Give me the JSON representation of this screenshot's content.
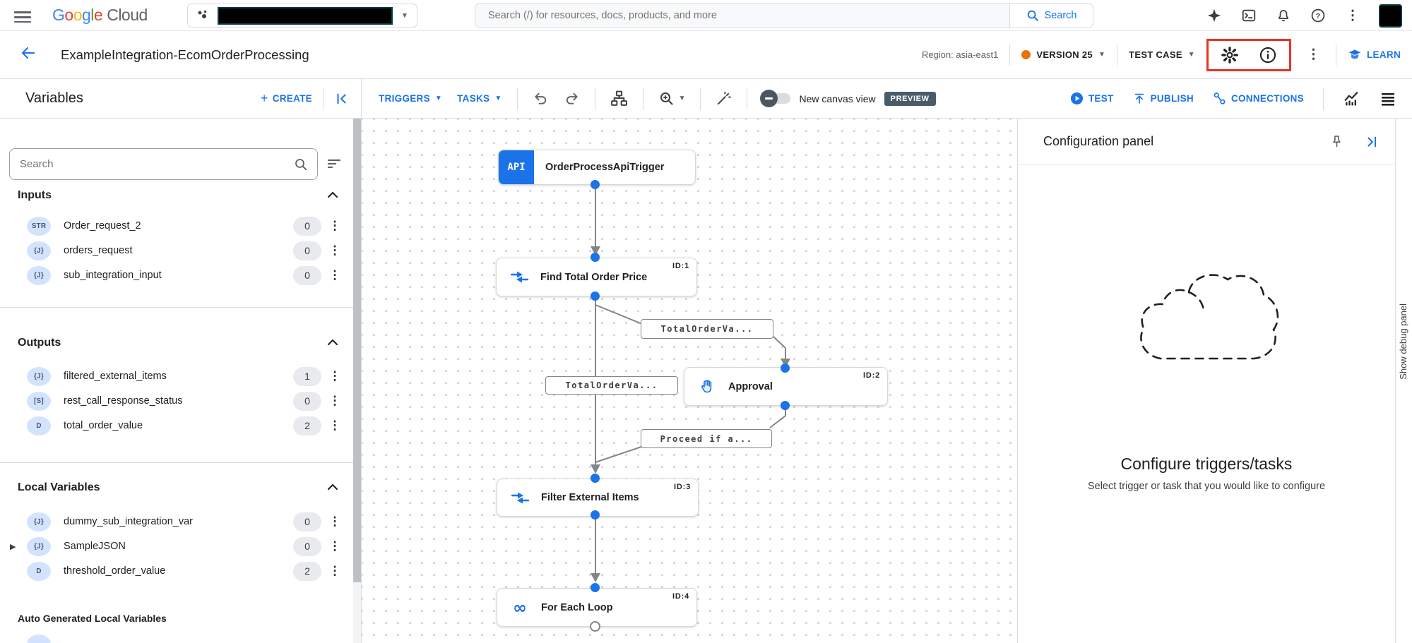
{
  "topbar": {
    "logo_google_letters": [
      "G",
      "o",
      "o",
      "g",
      "l",
      "e"
    ],
    "logo_cloud": "Cloud",
    "search_placeholder": "Search (/) for resources, docs, products, and more",
    "search_button_label": "Search"
  },
  "titlebar": {
    "title": "ExampleIntegration-EcomOrderProcessing",
    "region_label": "Region: asia-east1",
    "version_label": "VERSION 25",
    "test_case_label": "TEST CASE",
    "learn_label": "LEARN"
  },
  "toolbar": {
    "variables_title": "Variables",
    "create_label": "CREATE",
    "triggers_label": "TRIGGERS",
    "tasks_label": "TASKS",
    "new_canvas_view_label": "New canvas view",
    "preview_badge": "PREVIEW",
    "test_label": "TEST",
    "publish_label": "PUBLISH",
    "connections_label": "CONNECTIONS"
  },
  "sidebar": {
    "search_placeholder": "Search",
    "sections": [
      {
        "title": "Inputs",
        "items": [
          {
            "type_badge": "STR",
            "name": "Order_request_2",
            "count": "0"
          },
          {
            "type_badge": "{J}",
            "name": "orders_request",
            "count": "0"
          },
          {
            "type_badge": "{J}",
            "name": "sub_integration_input",
            "count": "0"
          }
        ]
      },
      {
        "title": "Outputs",
        "items": [
          {
            "type_badge": "{J}",
            "name": "filtered_external_items",
            "count": "1"
          },
          {
            "type_badge": "[S]",
            "name": "rest_call_response_status",
            "count": "0"
          },
          {
            "type_badge": "D",
            "name": "total_order_value",
            "count": "2"
          }
        ]
      },
      {
        "title": "Local Variables",
        "items": [
          {
            "type_badge": "{J}",
            "name": "dummy_sub_integration_var",
            "count": "0"
          },
          {
            "type_badge": "{J}",
            "name": "SampleJSON",
            "count": "0"
          },
          {
            "type_badge": "D",
            "name": "threshold_order_value",
            "count": "2"
          }
        ]
      }
    ],
    "auto_generated_title": "Auto Generated Local Variables"
  },
  "canvas": {
    "nodes": [
      {
        "id": "",
        "label": "OrderProcessApiTrigger",
        "icon_text": "API"
      },
      {
        "id": "ID:1",
        "label": "Find Total Order Price"
      },
      {
        "id": "ID:2",
        "label": "Approval"
      },
      {
        "id": "ID:3",
        "label": "Filter External Items"
      },
      {
        "id": "ID:4",
        "label": "For Each Loop"
      }
    ],
    "edge_labels": [
      {
        "text": "TotalOrderVa..."
      },
      {
        "text": "TotalOrderVa..."
      },
      {
        "text": "Proceed if a..."
      }
    ]
  },
  "config_panel": {
    "title": "Configuration panel",
    "empty_heading": "Configure triggers/tasks",
    "empty_subtext": "Select trigger or task that you would like to configure"
  },
  "debug_panel_label": "Show debug panel",
  "colors": {
    "primary_blue": "#1a73e8",
    "version_dot_orange": "#e8710a",
    "highlight_red": "#ea3323",
    "preview_badge_bg": "#4a5c6a"
  }
}
